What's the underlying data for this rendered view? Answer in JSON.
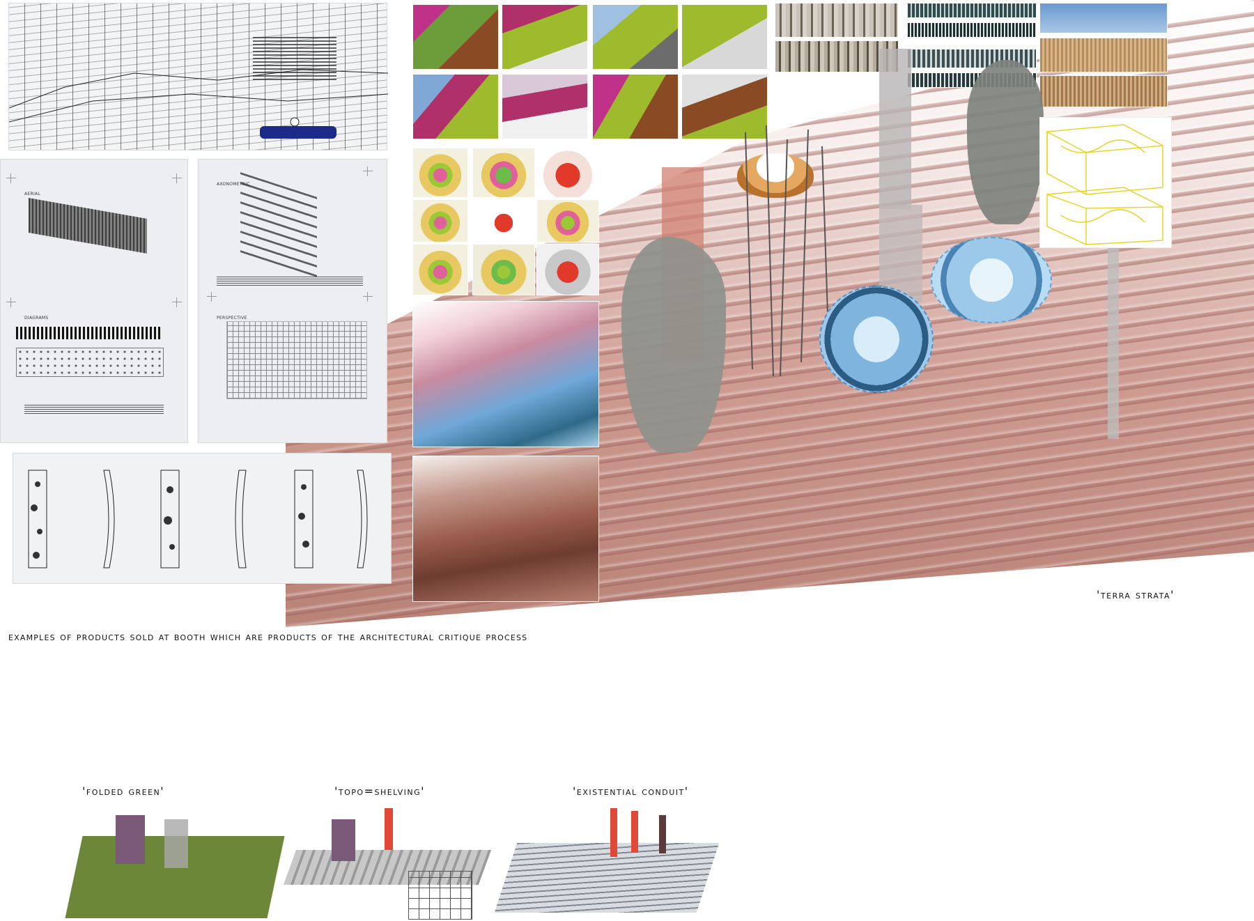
{
  "caption": "examples of products sold at Booth which are products of the architectural critique process",
  "collage_title": "'terra   strata'",
  "models": [
    {
      "label": "'folded green'"
    },
    {
      "label": "'topo=shelving'"
    },
    {
      "label": "'existential conduit'"
    }
  ],
  "sheet_left": {
    "heading_aerial": "AERIAL",
    "heading_diagrams": "DIAGRAMS"
  },
  "sheet_right": {
    "heading_axonometric": "AXONOMETRIC",
    "heading_perspective": "PERSPECTIVE"
  },
  "colors": {
    "wall_magenta": "#b0306a",
    "wall_lime": "#9dbb2c",
    "wall_brown": "#8a4a24",
    "floor_slats": "#b47c72",
    "sculpture_grey": "#8e918c",
    "bowl_blue": "#7fb4df",
    "drawing_yellow": "#e8d21c",
    "model_green": "#5d7a22"
  }
}
